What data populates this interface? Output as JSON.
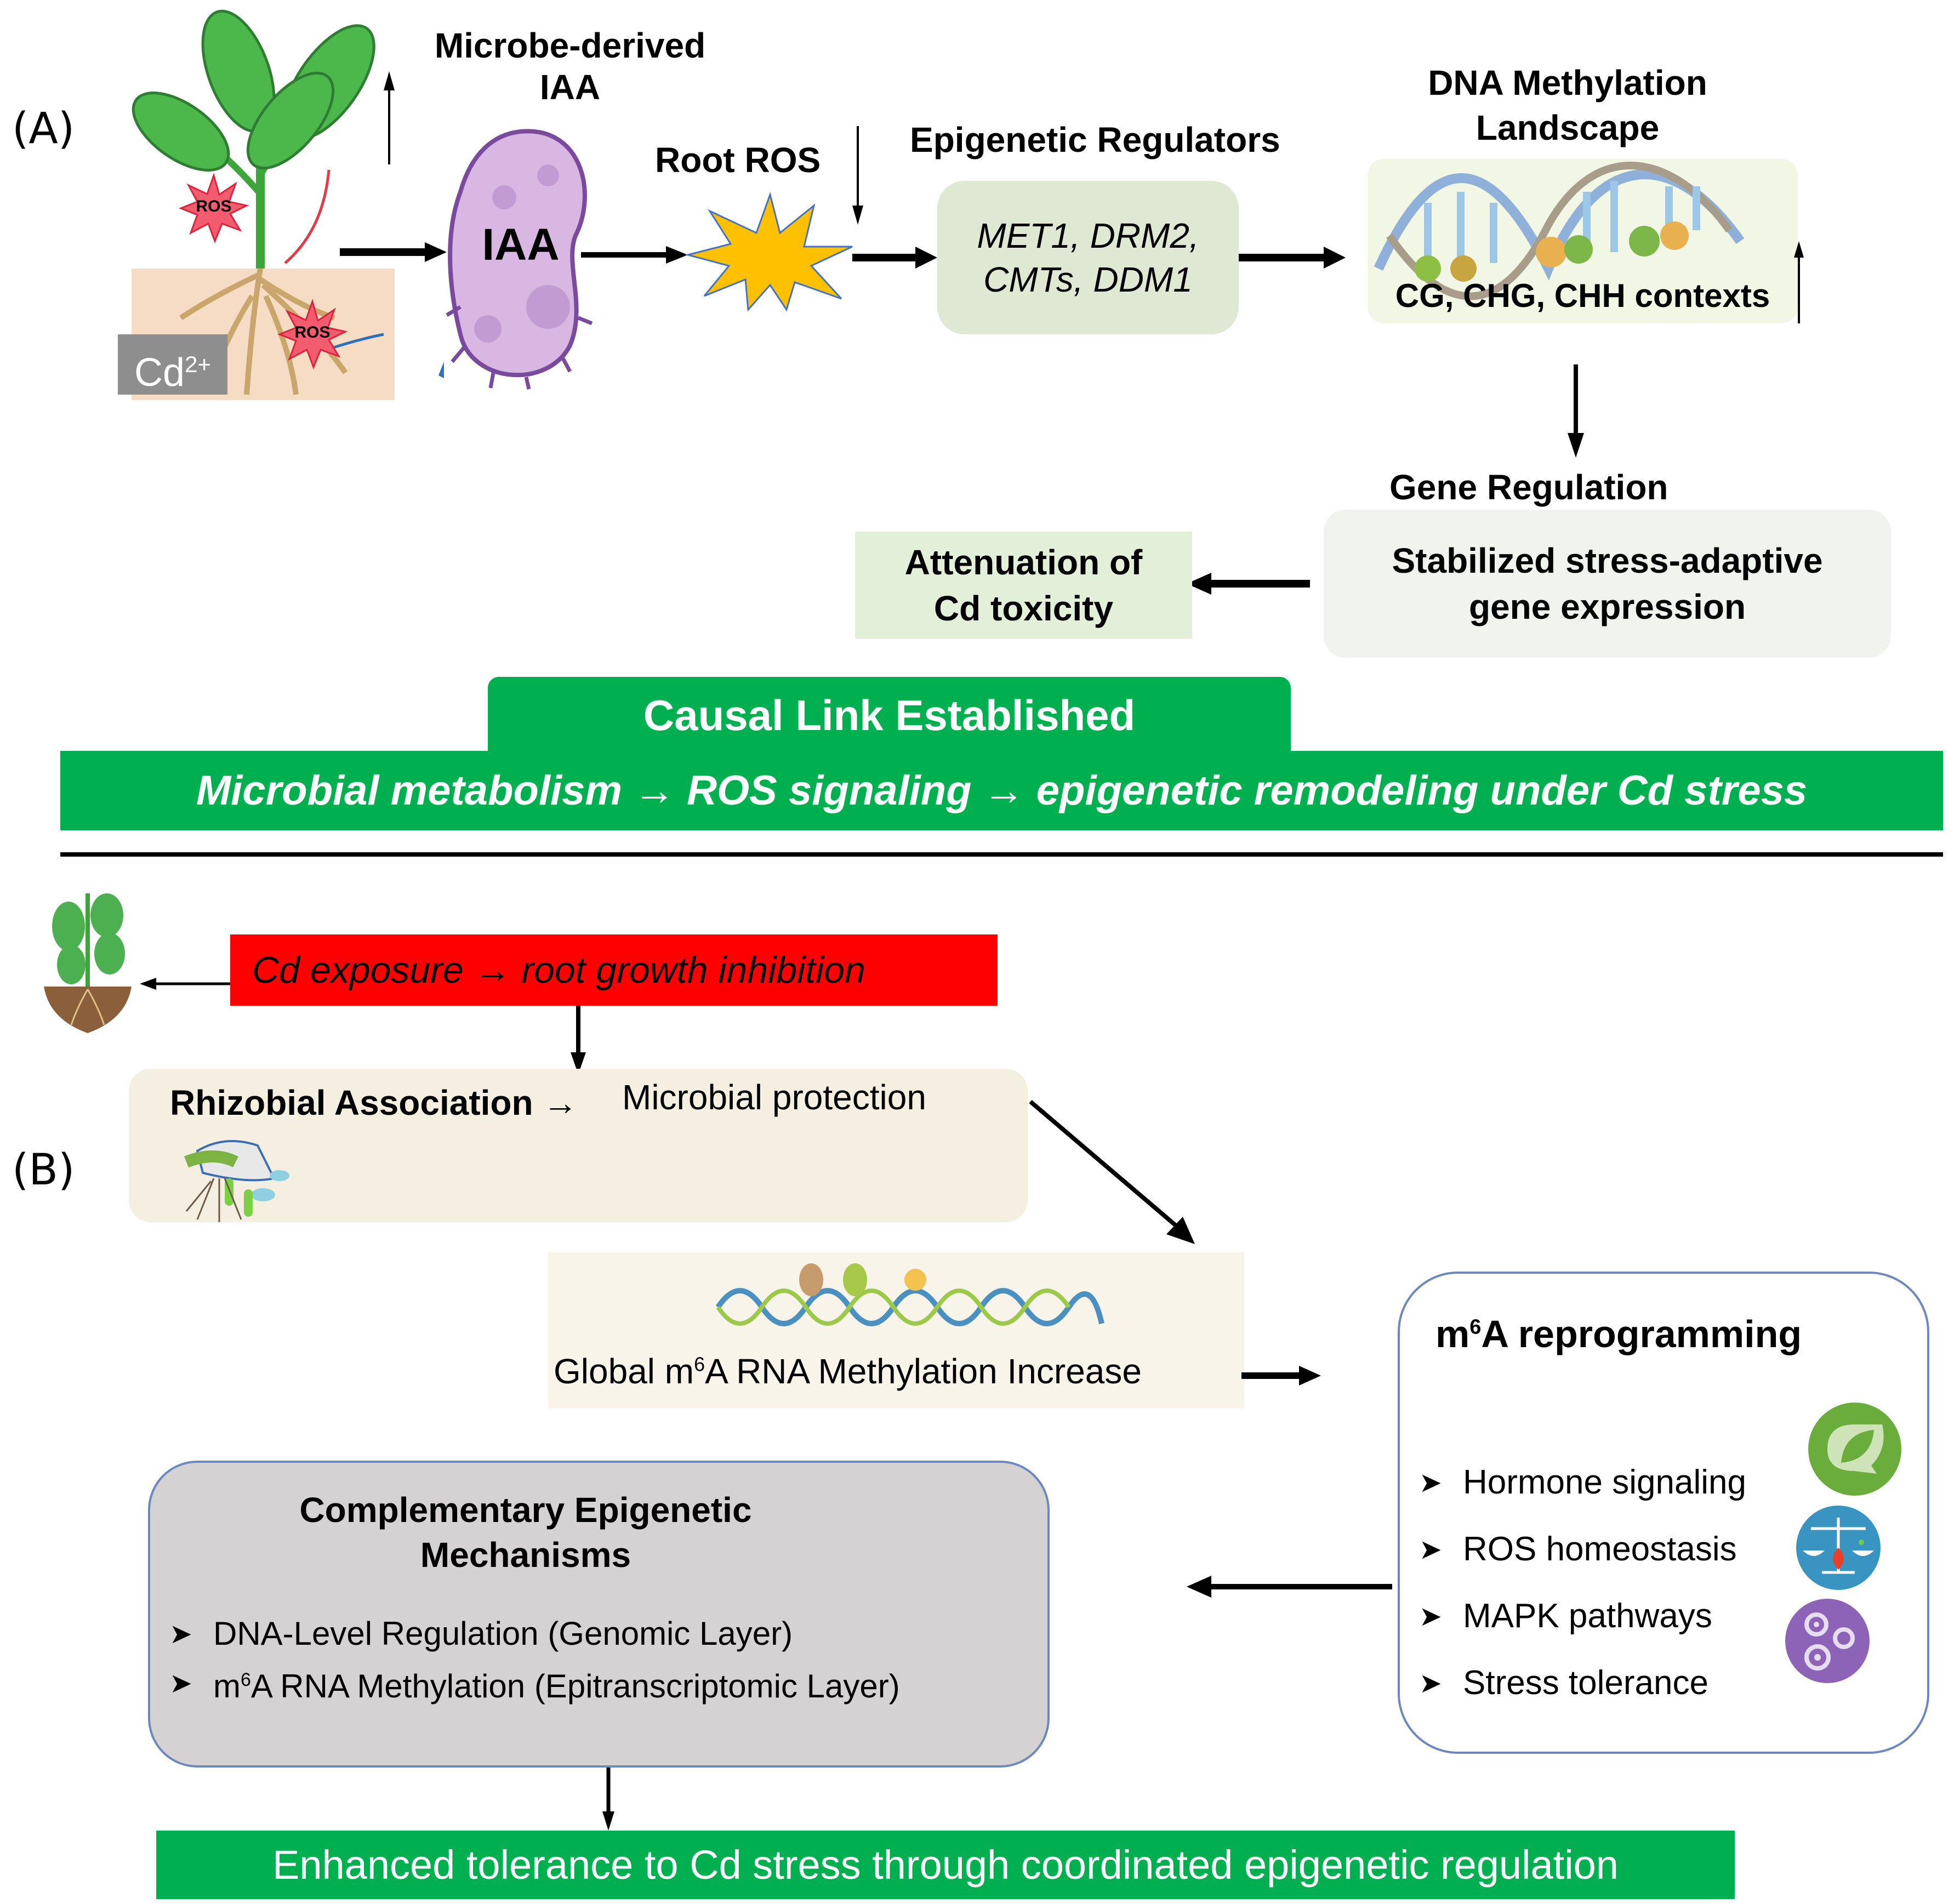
{
  "panel_a": {
    "label": "(A)",
    "plant": {
      "cd_label": "Cd",
      "cd_superscript": "2+",
      "ros_leaf": "ROS",
      "ros_root": "ROS"
    },
    "microbe": {
      "title_line1": "Microbe-derived",
      "title_line2": "IAA",
      "body_label": "IAA"
    },
    "root_ros": {
      "title": "Root ROS"
    },
    "epigenetic_regulators": {
      "title": "Epigenetic Regulators",
      "line1": "MET1, DRM2,",
      "line2": "CMTs, DDM1"
    },
    "dna_methylation": {
      "title_line1": "DNA Methylation",
      "title_line2": "Landscape",
      "contexts": "CG, CHG, CHH contexts"
    },
    "gene_regulation": {
      "title": "Gene Regulation",
      "line1": "Stabilized stress-adaptive",
      "line2": "gene expression"
    },
    "attenuation": {
      "line1": "Attenuation of",
      "line2": "Cd toxicity"
    },
    "causal_link": {
      "title": "Causal Link Established",
      "chain": "Microbial metabolism → ROS signaling → epigenetic remodeling under Cd stress"
    }
  },
  "panel_b": {
    "label": "(B)",
    "cd_exposure": "Cd exposure → root growth  inhibition",
    "rhizobial": {
      "title": "Rhizobial Association →",
      "protection": "Microbial protection"
    },
    "global_m6a": {
      "prefix": "Global m",
      "sup": "6",
      "suffix": "A  RNA  Methylation  Increase"
    },
    "m6a_reprogramming": {
      "title_prefix": "m",
      "title_sup": "6",
      "title_suffix": "A reprogramming",
      "items": [
        "Hormone signaling",
        "ROS homeostasis",
        "MAPK pathways",
        "Stress tolerance"
      ],
      "icons": [
        "leaf-icon",
        "balance-scale-icon",
        "gears-icon"
      ]
    },
    "complementary": {
      "title_line1": "Complementary Epigenetic",
      "title_line2": "Mechanisms",
      "item1": "DNA-Level Regulation (Genomic Layer)",
      "item2_prefix": "m",
      "item2_sup": "6",
      "item2_suffix": "A RNA Methylation  (Epitranscriptomic Layer)"
    },
    "outcome": "Enhanced tolerance to Cd stress through coordinated epigenetic regulation"
  },
  "colors": {
    "green_banner": "#00B050",
    "red_banner": "#FF0000",
    "regulator_box": "#DFE8D2",
    "attenuation_box": "#E2EFD9",
    "gene_box": "#F1F3EE",
    "rhizobial_box": "#F5EFE2",
    "m6a_box": "#F8F4EA",
    "complementary_box": "#D4D2D2",
    "box_border": "#6C88BF",
    "ros_star": "#FFC000",
    "microbe_fill": "#D8B7E3",
    "microbe_stroke": "#7A4A9C"
  }
}
